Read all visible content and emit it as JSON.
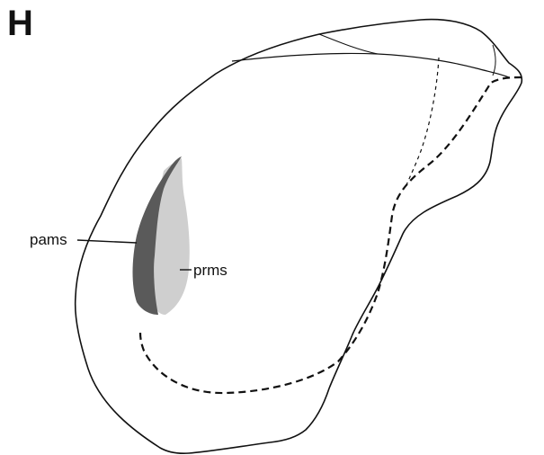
{
  "figure": {
    "panel_letter": "H",
    "labels": {
      "pams": "pams",
      "prms": "prms"
    },
    "colors": {
      "outline": "#111111",
      "pams_fill": "#5a5a5a",
      "prms_fill": "#cfcfcf",
      "background": "#ffffff"
    }
  }
}
